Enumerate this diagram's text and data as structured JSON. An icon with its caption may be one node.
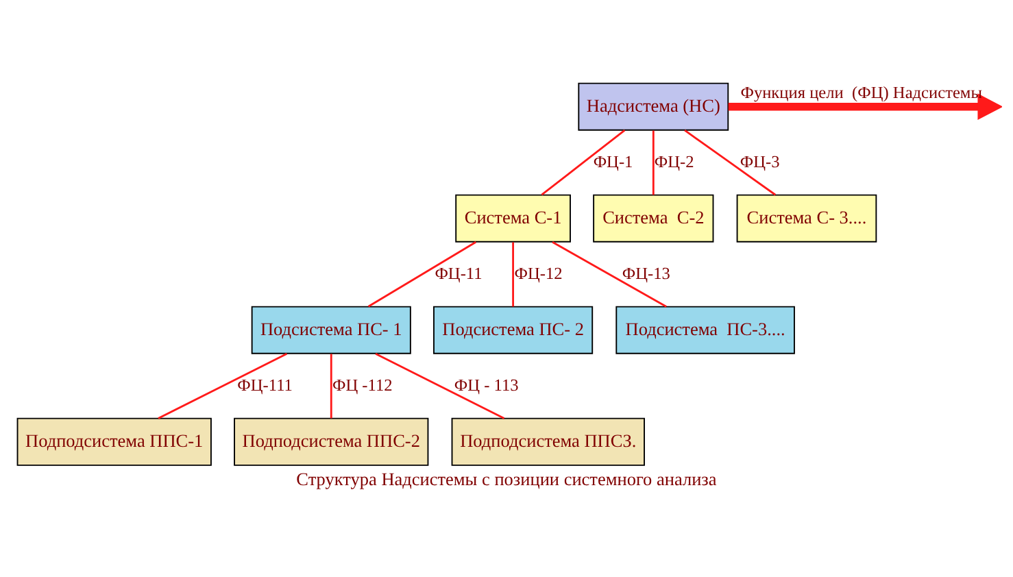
{
  "diagram": {
    "caption": "Структура Надсистемы с позиции системного анализа",
    "nodes": [
      {
        "text": [
          "Надсистема (НС)"
        ]
      },
      {
        "text": [
          "Система С-1"
        ]
      },
      {
        "text": [
          "Система  С-2"
        ]
      },
      {
        "text": [
          "Система С- 3...."
        ]
      },
      {
        "text": [
          "Подсистема ПС- 1"
        ]
      },
      {
        "text": [
          "Подсистема ПС- 2"
        ]
      },
      {
        "text": [
          "Подсистема  ПС-3...."
        ]
      },
      {
        "text": [
          "Подподсистема ППС-1"
        ]
      },
      {
        "text": [
          "Подподсистема ППС-2"
        ]
      },
      {
        "text": [
          "Подподсистема ППСЗ."
        ]
      }
    ],
    "edges": [
      {
        "from": 0,
        "to": null,
        "arrow": "to",
        "label": "Функция цели  (ФЦ) Надсистемы",
        "style": "thick"
      },
      {
        "from": 0,
        "to": 1,
        "arrow": "none",
        "label": "ФЦ-1"
      },
      {
        "from": 0,
        "to": 2,
        "arrow": "none",
        "label": "ФЦ-2"
      },
      {
        "from": 0,
        "to": 3,
        "arrow": "none",
        "label": "ФЦ-3"
      },
      {
        "from": 1,
        "to": 4,
        "arrow": "none",
        "label": "ФЦ-11"
      },
      {
        "from": 1,
        "to": 5,
        "arrow": "none",
        "label": "ФЦ-12"
      },
      {
        "from": 1,
        "to": 6,
        "arrow": "none",
        "label": "ФЦ-13"
      },
      {
        "from": 4,
        "to": 7,
        "arrow": "none",
        "label": "ФЦ-111"
      },
      {
        "from": 4,
        "to": 8,
        "arrow": "none",
        "label": "ФЦ -112"
      },
      {
        "from": 4,
        "to": 9,
        "arrow": "none",
        "label": "ФЦ - 113"
      }
    ]
  }
}
